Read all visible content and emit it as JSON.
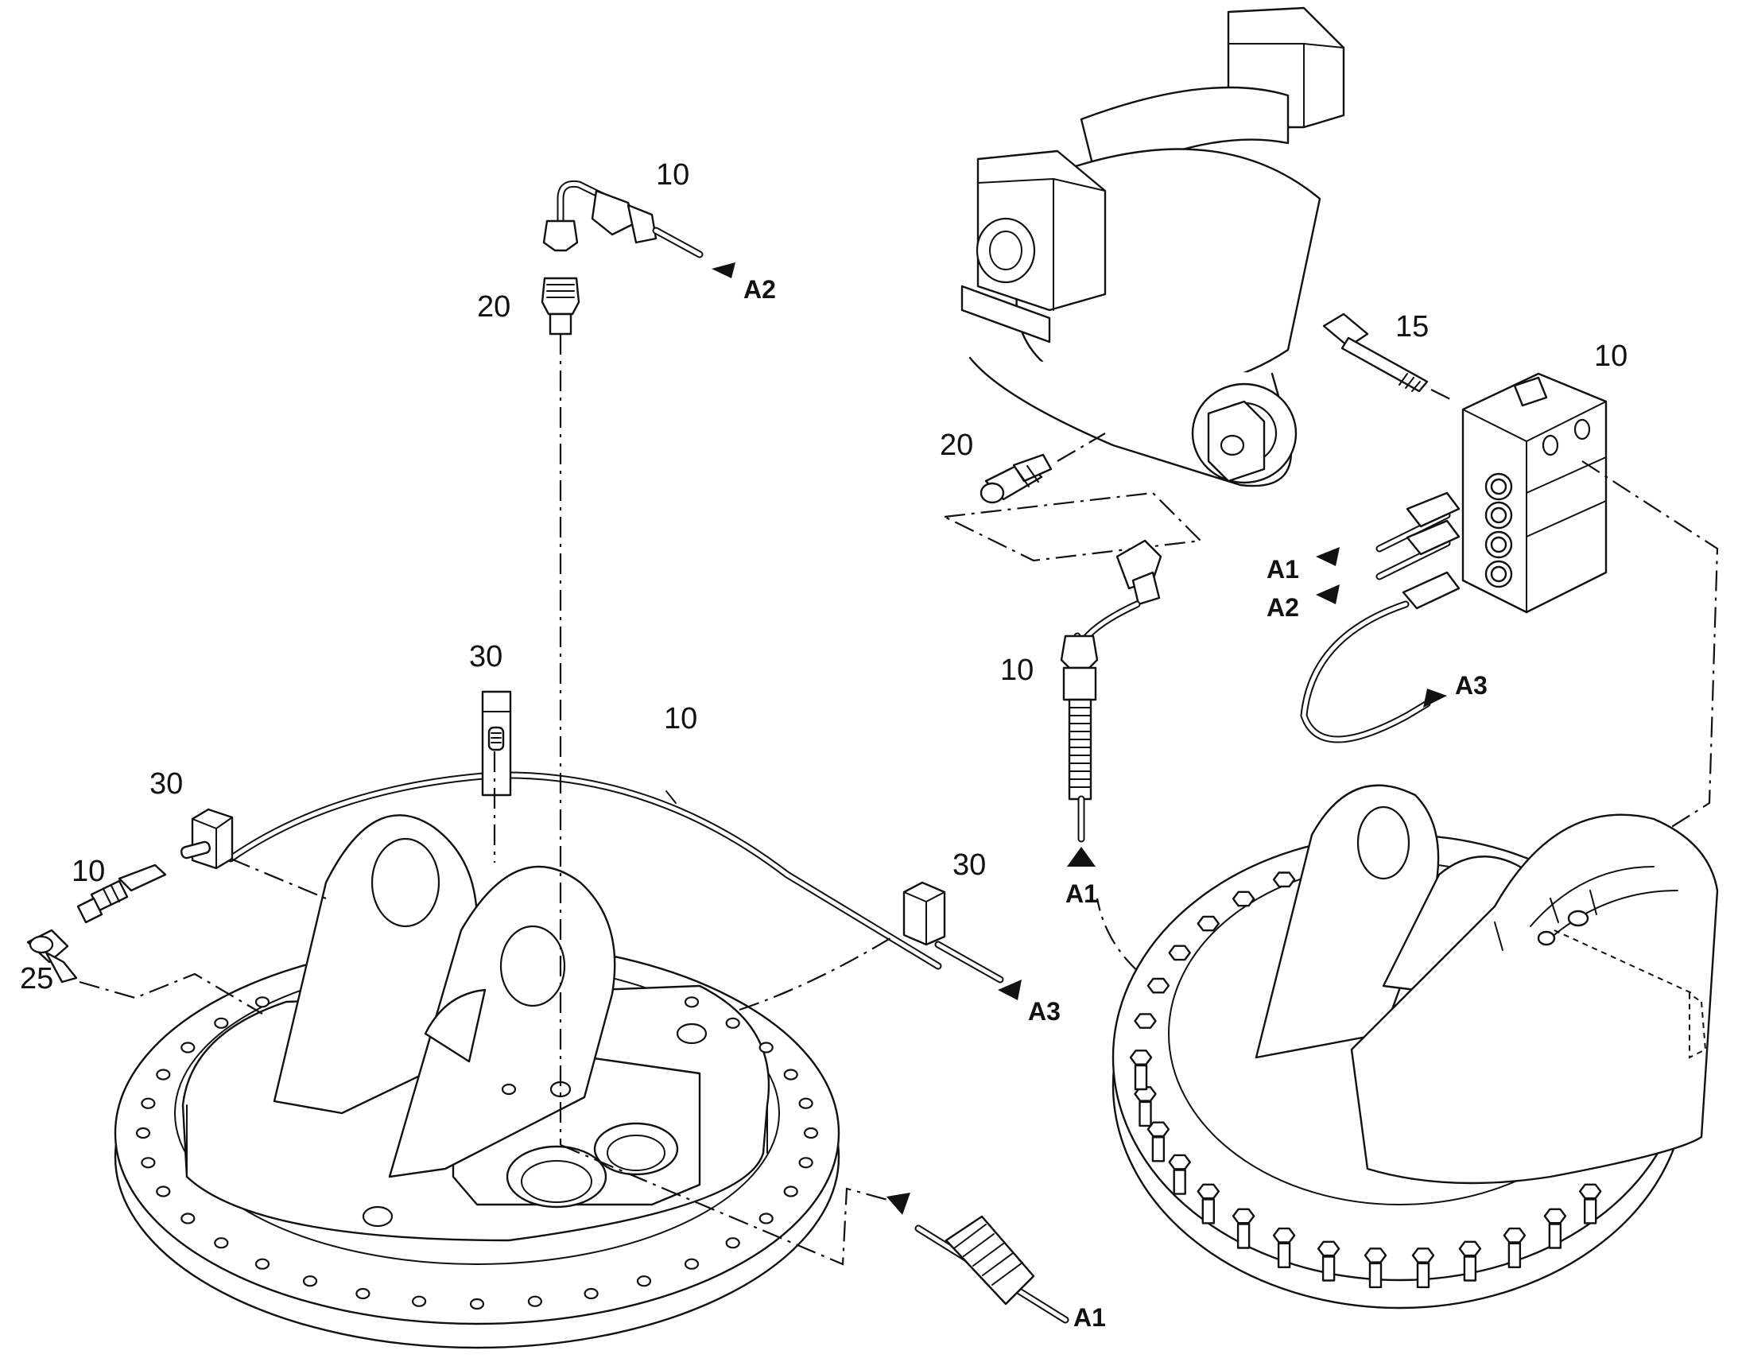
{
  "callouts": {
    "c10_top": "10",
    "c20_top": "20",
    "c30_top": "30",
    "c10_mid": "10",
    "c30_left": "30",
    "c10_left": "10",
    "c25": "25",
    "c30_right": "30",
    "c20_right": "20",
    "c10_hose": "10",
    "c15": "15",
    "c10_block": "10"
  },
  "line_refs": {
    "a2_top": "A2",
    "a3_left": "A3",
    "a1_bottom": "A1",
    "a1_hose": "A1",
    "a1_block": "A1",
    "a2_block": "A2",
    "a3_block": "A3"
  },
  "colors": {
    "line": "#111111",
    "background": "#ffffff"
  }
}
